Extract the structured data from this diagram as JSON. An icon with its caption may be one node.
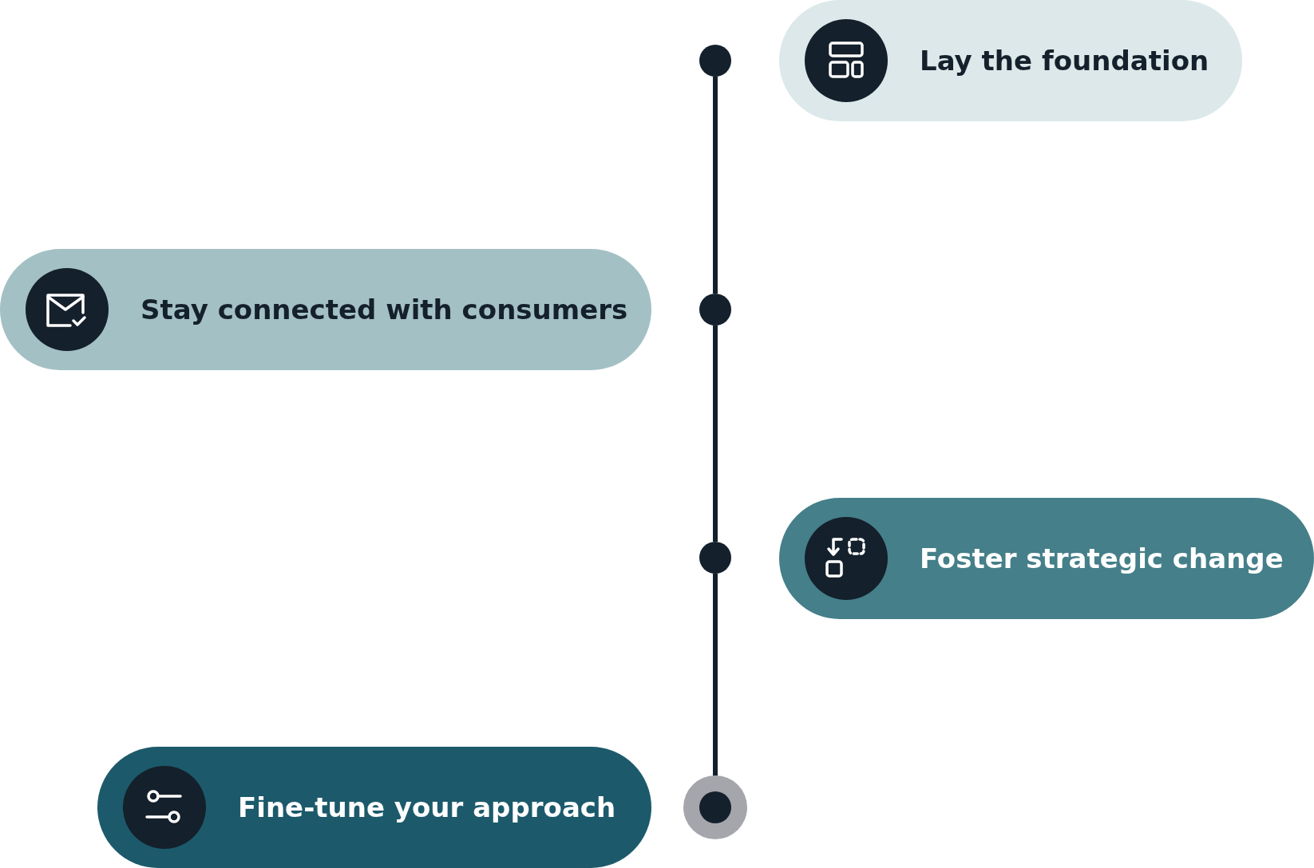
{
  "diagram": {
    "nodes": [
      {
        "text": [
          "Lay the foundation"
        ]
      },
      {
        "text": [
          "Stay connected with consumers"
        ]
      },
      {
        "text": [
          "Foster strategic change"
        ]
      },
      {
        "text": [
          "Fine-tune your approach"
        ]
      },
      {
        "text": [],
        "shape": "circle"
      },
      {
        "text": [],
        "shape": "circle"
      },
      {
        "text": [],
        "shape": "circle"
      },
      {
        "text": [],
        "shape": "circle"
      }
    ],
    "edges": [
      {
        "from": 4,
        "to": 5,
        "arrow": "none"
      },
      {
        "from": 5,
        "to": 6,
        "arrow": "none"
      },
      {
        "from": 6,
        "to": 7,
        "arrow": "none"
      }
    ]
  }
}
